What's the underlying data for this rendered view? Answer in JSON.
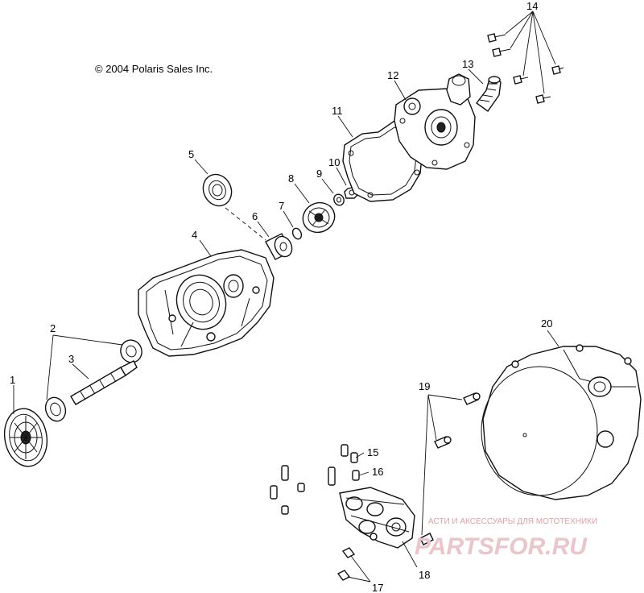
{
  "copyright": "© 2004 Polaris Sales Inc.",
  "callouts": {
    "c1": "1",
    "c2": "2",
    "c3": "3",
    "c4": "4",
    "c5": "5",
    "c6": "6",
    "c7": "7",
    "c8": "8",
    "c9": "9",
    "c10": "10",
    "c11": "11",
    "c12": "12",
    "c13": "13",
    "c14": "14",
    "c15": "15",
    "c16": "16",
    "c17": "17",
    "c18": "18",
    "c19": "19",
    "c20": "20"
  },
  "watermark": {
    "line1": "АСТИ И АКСЕССУАРЫ ДЛЯ МОТОТЕХНИКИ",
    "line2": "PARTSFOR.RU"
  }
}
